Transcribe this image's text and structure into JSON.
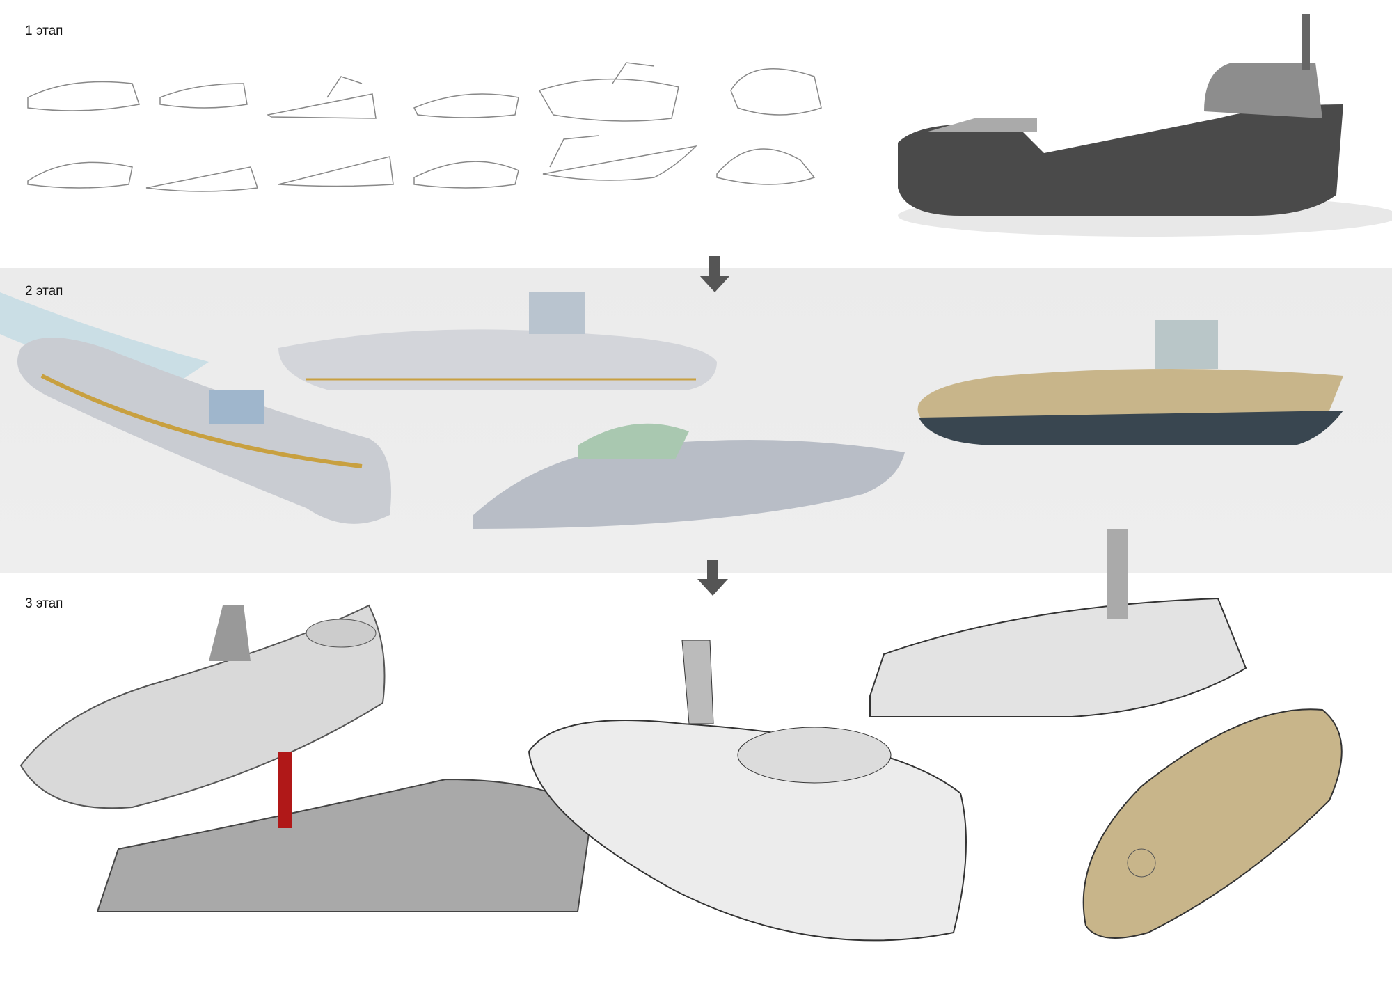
{
  "stages": [
    {
      "label": "1 этап"
    },
    {
      "label": "2 этап"
    },
    {
      "label": "3 этап"
    }
  ],
  "colors": {
    "band": "#ececec",
    "arrow": "#555555",
    "hull_dark": "#4a4a4a",
    "hull_silver": "#c9ccd2",
    "accent_gold": "#c8a040",
    "tan": "#c8b58a",
    "red": "#b01818"
  }
}
